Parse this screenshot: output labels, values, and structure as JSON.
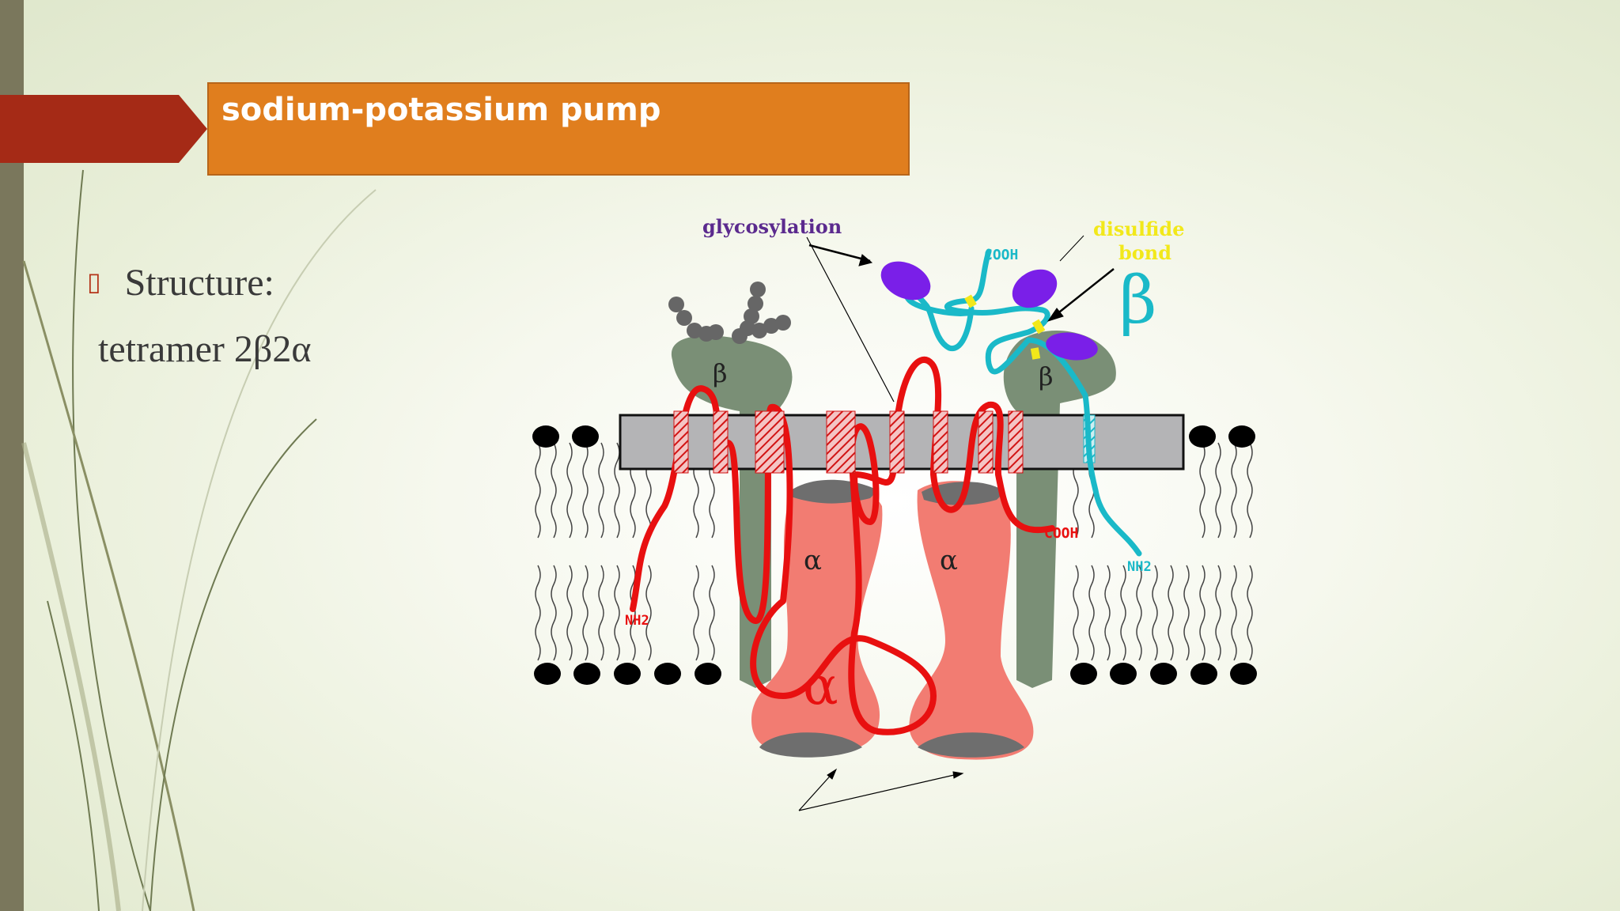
{
  "slide": {
    "title": "sodium-potassium pump",
    "bullet": "Structure:",
    "sub": "tetramer 2β2α"
  },
  "diagram": {
    "glycosylation": "glycosylation",
    "cooh_beta": "COOH",
    "disulfide_1": "disulfide",
    "disulfide_2": "bond",
    "beta_big": "β",
    "beta_left": "β",
    "beta_right": "β",
    "alpha_left": "α",
    "alpha_right": "α",
    "alpha_big": "α",
    "nh2_alpha": "NH2",
    "cooh_alpha": "COOH",
    "nh2_beta": "NH2"
  },
  "colors": {
    "title_box": "#e07e1e",
    "arrow": "#a52a16",
    "alpha_chain": "#e81010",
    "beta_chain": "#1ab9c8",
    "glyco": "#7a1fe8",
    "disulfide": "#f2e81a",
    "beta_blob": "#7a8f76",
    "alpha_blob": "#f27c72"
  },
  "icons": {
    "bullet": "square-bullet-icon"
  }
}
